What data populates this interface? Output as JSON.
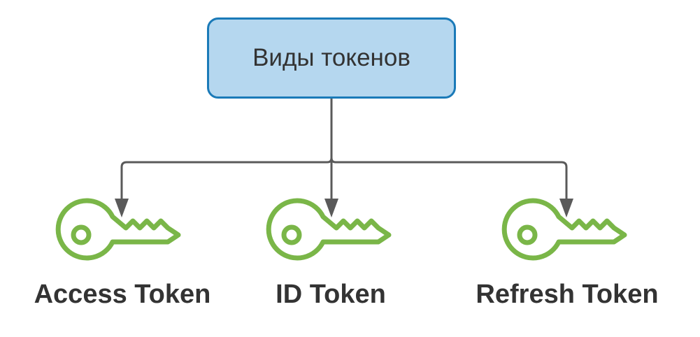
{
  "diagram": {
    "root": {
      "label": "Виды токенов",
      "fill_color": "#b5d7ef",
      "border_color": "#1a7ab8"
    },
    "children": [
      {
        "label": "Access Token",
        "icon": "key-icon"
      },
      {
        "label": "ID Token",
        "icon": "key-icon"
      },
      {
        "label": "Refresh Token",
        "icon": "key-icon"
      }
    ],
    "connector_color": "#5a5a5a",
    "key_color": "#7ab648",
    "text_color": "#333333"
  }
}
